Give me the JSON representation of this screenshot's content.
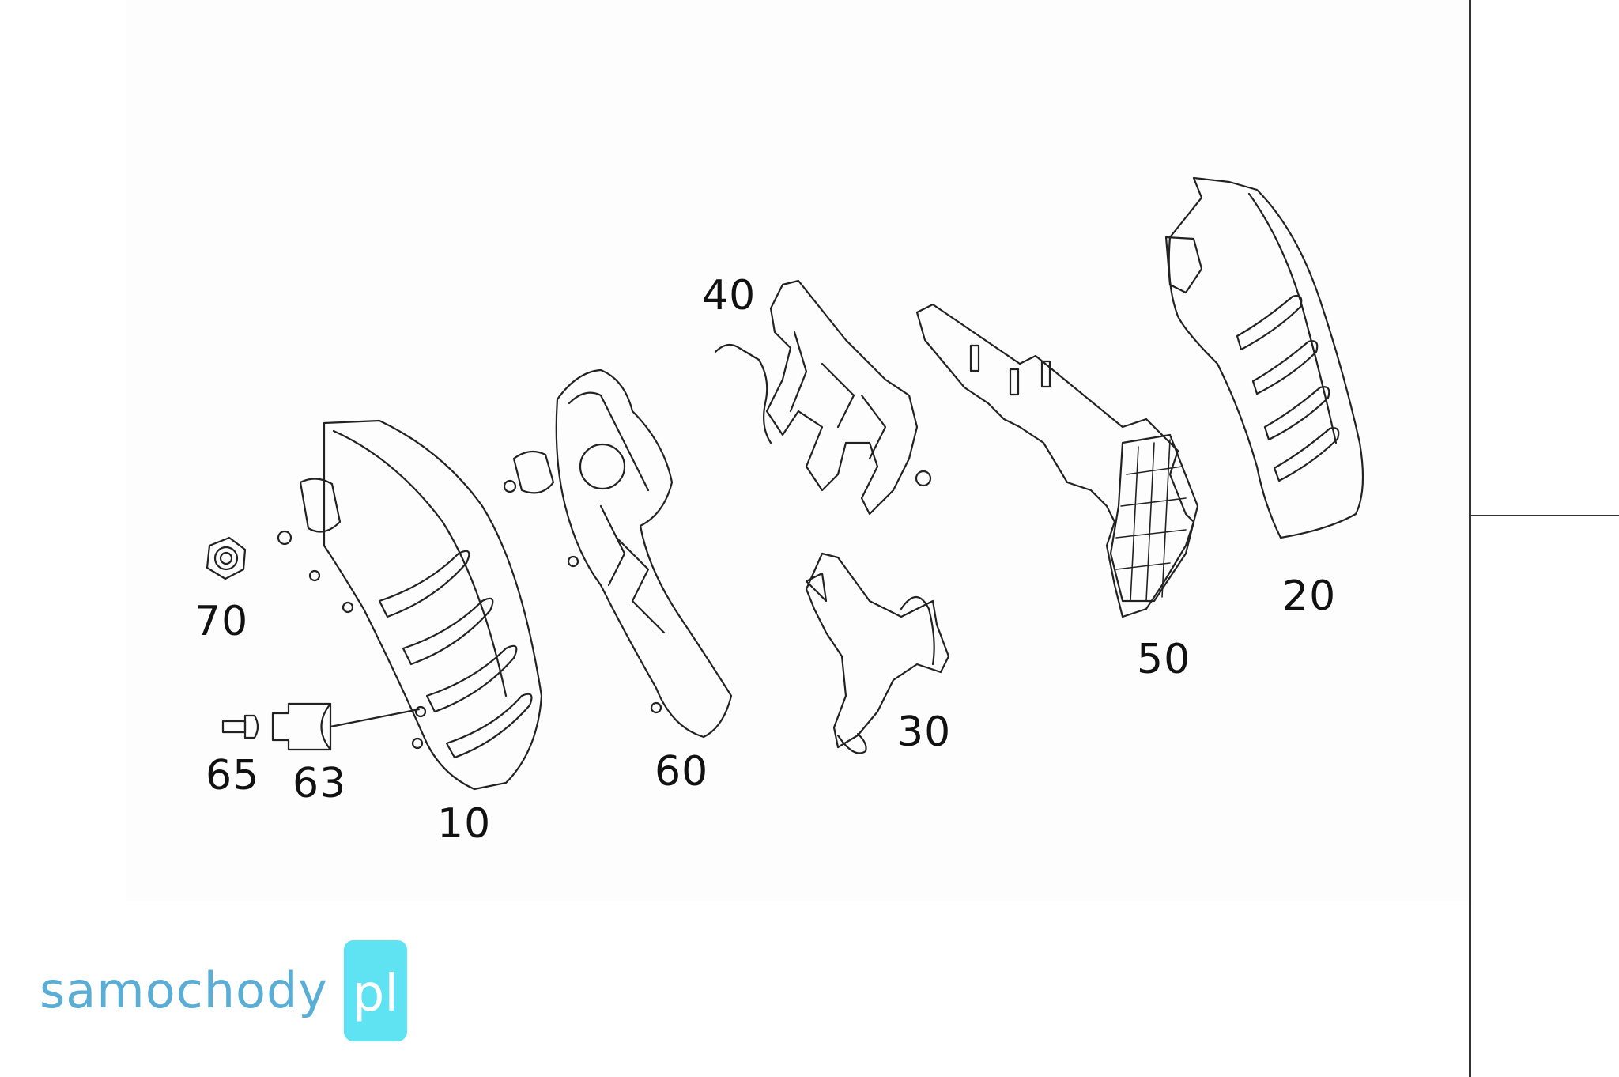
{
  "diagram": {
    "part_labels": [
      {
        "id": "70",
        "text": "70"
      },
      {
        "id": "65",
        "text": "65"
      },
      {
        "id": "63",
        "text": "63"
      },
      {
        "id": "10",
        "text": "10"
      },
      {
        "id": "60",
        "text": "60"
      },
      {
        "id": "40",
        "text": "40"
      },
      {
        "id": "30",
        "text": "30"
      },
      {
        "id": "50",
        "text": "50"
      },
      {
        "id": "20",
        "text": "20"
      }
    ]
  },
  "watermark": {
    "word": "samochody",
    "badge": "pl",
    "color_word": "#5aaed6",
    "color_badge": "#5fe3f3"
  },
  "colors": {
    "line": "#222222",
    "background": "#ffffff"
  }
}
